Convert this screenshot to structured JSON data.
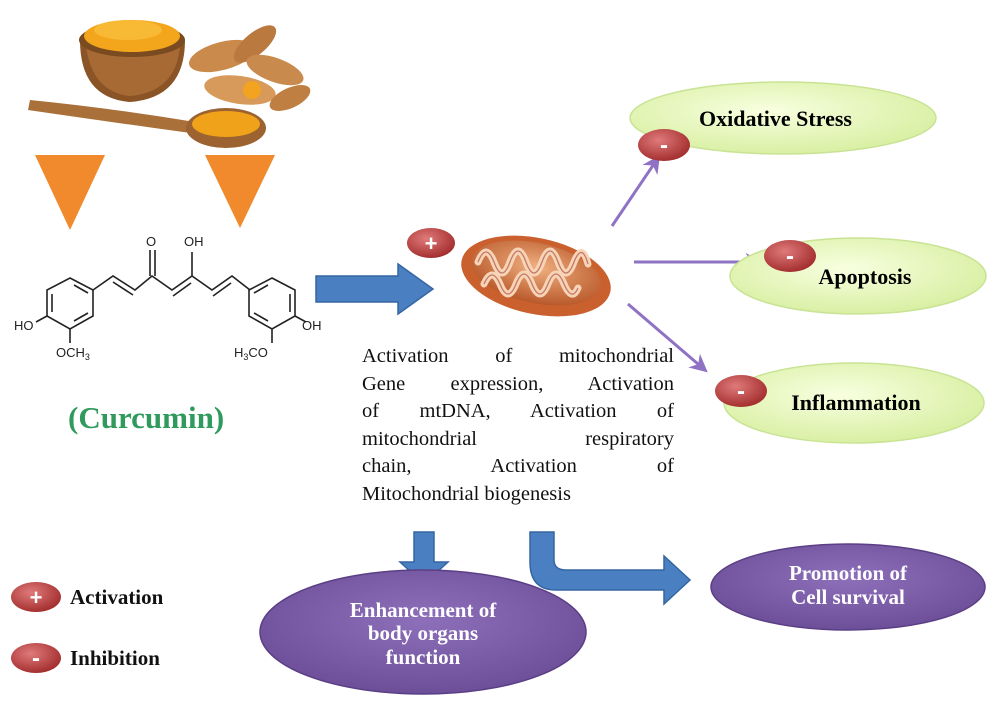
{
  "compound": {
    "name": "(Curcumin)"
  },
  "chem_labels": {
    "o": "O",
    "oh_top": "OH",
    "ho_left": "HO",
    "och3": "OCH",
    "och3_sub": "3",
    "h3co_h": "H",
    "h3co_sub": "3",
    "h3co_co": "CO",
    "oh_right": "OH"
  },
  "description": {
    "lines": [
      "Activation of mitochondrial",
      "Gene expression, Activation",
      "of mtDNA, Activation of",
      "mitochondrial respiratory",
      "chain, Activation of",
      "Mitochondrial biogenesis"
    ]
  },
  "effects": {
    "oxidative": "Oxidative Stress",
    "apoptosis": "Apoptosis",
    "inflammation": "Inflammation"
  },
  "outcomes": {
    "enhancement": [
      "Enhancement of",
      "body organs",
      "function"
    ],
    "survival": [
      "Promotion of",
      "Cell survival"
    ]
  },
  "legend": {
    "activation": "Activation",
    "inhibition": "Inhibition"
  },
  "symbols": {
    "plus": "+",
    "minus": "-"
  },
  "colors": {
    "green_fill": "#e6f5b8",
    "purple_fill": "#7b5ca6",
    "badge_red": "#b23b3b",
    "blue_arrow": "#4a7fc1",
    "purple_arrow": "#8f72c4",
    "orange_triangle": "#f08a2c",
    "curcumin_text": "#2f9a5c"
  }
}
